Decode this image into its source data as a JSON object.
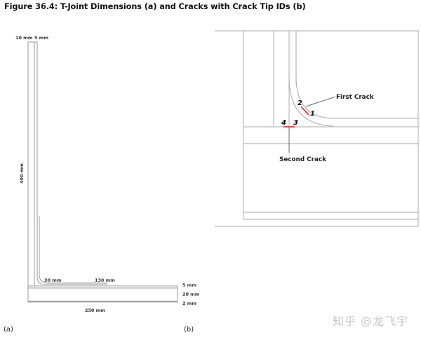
{
  "figure": {
    "title": "Figure 36.4: T-Joint Dimensions (a) and Cracks with Crack Tip IDs (b)",
    "panel_a_label": "(a)",
    "panel_b_label": "(b)"
  },
  "panel_a": {
    "dimensions": {
      "web_thickness": "10 mm",
      "flange_attach": "5 mm",
      "height": "400 mm",
      "fillet_radius": "30 mm",
      "foot_length": "130 mm",
      "top_layer": "5 mm",
      "base_thickness": "20 mm",
      "bottom_layer": "2 mm",
      "width": "250 mm"
    }
  },
  "panel_b": {
    "labels": {
      "first_crack": "First Crack",
      "second_crack": "Second Crack"
    },
    "crack_tips": [
      "1",
      "2",
      "3",
      "4"
    ],
    "colors": {
      "crack": "#e0242a",
      "outline": "#a8a8a8",
      "leader": "#444444"
    }
  },
  "watermark": "知乎 @龙飞宇"
}
